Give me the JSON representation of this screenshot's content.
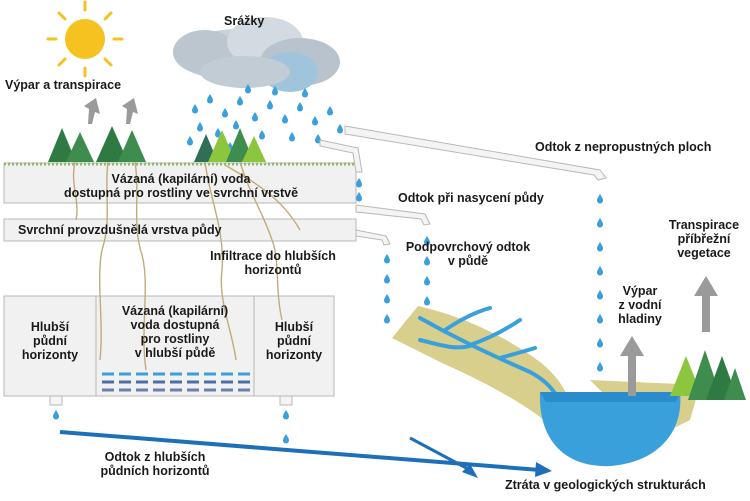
{
  "colors": {
    "water": "#3aa0dc",
    "water_dark": "#1c6fb8",
    "arrow_gray": "#9a9a9a",
    "soil_box": "#f1f1f1",
    "box_border": "#b8b8b8",
    "sediment": "#d8cf8c",
    "tree_dark": "#2f7a42",
    "tree_light": "#8cc63f",
    "sun": "#f5c220",
    "cloud": "#c9d2da",
    "root": "#c2ab7a"
  },
  "icons": [
    "sun-icon",
    "cloud-icon",
    "tree-icon",
    "arrow-icon",
    "raindrop-icon"
  ],
  "labels": {
    "precipitation": "Srážky",
    "evapotranspiration": "Výpar a transpirace",
    "impervious_runoff": "Odtok z nepropustných ploch",
    "bound_water_top": [
      "Vázaná (kapilární) voda",
      "dostupná pro rostliny ve svrchní vrstvě"
    ],
    "saturation_runoff": "Odtok při nasycení půdy",
    "aerated_layer": "Svrchní provzdušnělá vrstva půdy",
    "infiltration": [
      "Infiltrace do hlubších",
      "horizontů"
    ],
    "subsurface_runoff": [
      "Podpovrchový odtok",
      "v půdě"
    ],
    "deep_left": [
      "Hlubší",
      "půdní",
      "horizonty"
    ],
    "bound_water_deep": [
      "Vázaná (kapilární)",
      "voda dostupná",
      "pro rostliny",
      "v hlubší půdě"
    ],
    "deep_right": [
      "Hlubší",
      "půdní",
      "horizonty"
    ],
    "surface_evap": [
      "Výpar",
      "z vodní",
      "hladiny"
    ],
    "riparian": [
      "Transpirace",
      "příbřežní",
      "vegetace"
    ],
    "deep_runoff": [
      "Odtok z hlubších",
      "půdních horizontů"
    ],
    "geo_loss": "Ztráta v geologických strukturách"
  }
}
